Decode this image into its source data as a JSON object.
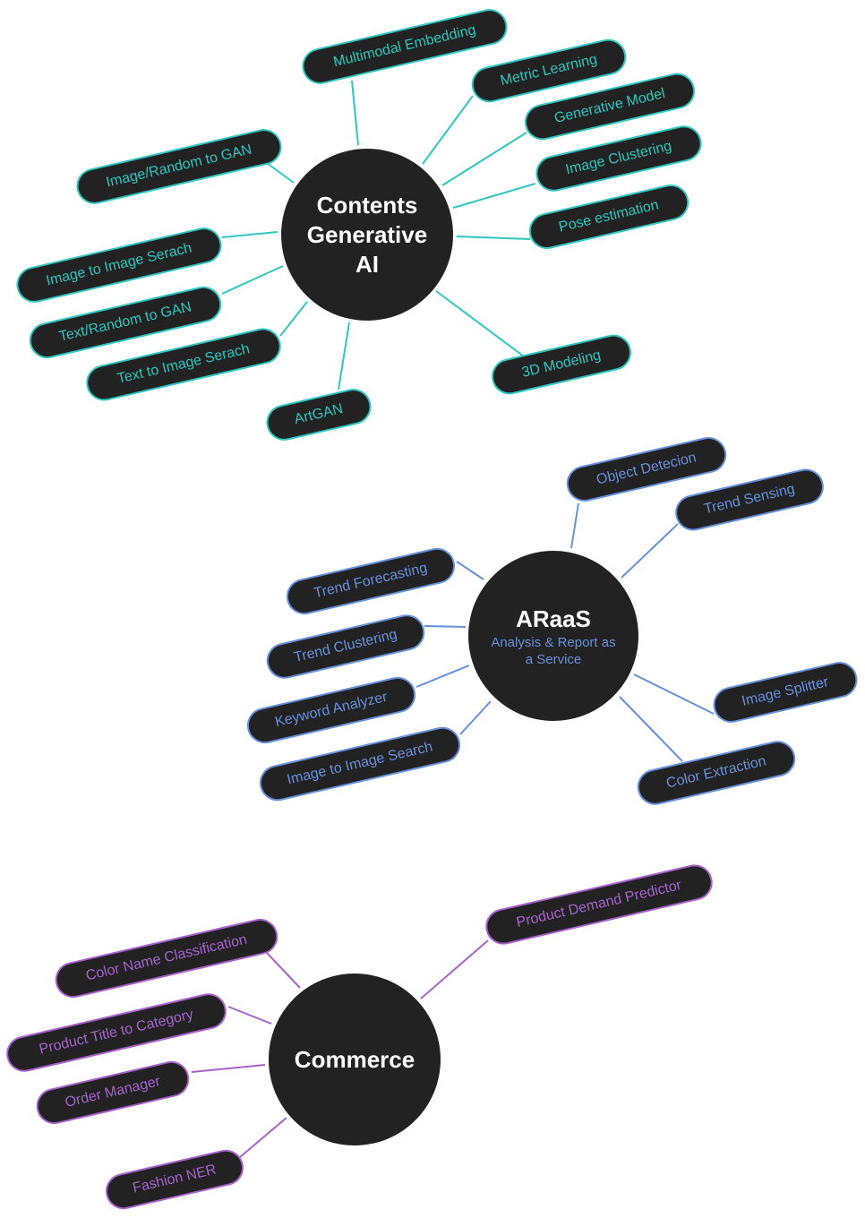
{
  "colors": {
    "teal": "#2ec7c1",
    "blue": "#6690dc",
    "purple": "#a862cf",
    "node": "#222222"
  },
  "contents_ai": {
    "title": "Contents Generative AI",
    "items": [
      "Multimodal Embedding",
      "Metric Learning",
      "Generative Model",
      "Image Clustering",
      "Pose estimation",
      "Image/Random to GAN",
      "Image to Image Serach",
      "Text/Random to GAN",
      "Text to Image Serach",
      "ArtGAN",
      "3D Modeling"
    ]
  },
  "araas": {
    "title": "ARaaS",
    "subtitle": "Analysis & Report as a Service",
    "items": [
      "Object Detecion",
      "Trend Sensing",
      "Trend Forecasting",
      "Trend Clustering",
      "Keyword Analyzer",
      "Image to Image Search",
      "Image Splitter",
      "Color Extraction"
    ]
  },
  "commerce": {
    "title": "Commerce",
    "items": [
      "Product Demand Predictor",
      "Color Name Classification",
      "Product Title to Category",
      "Order Manager",
      "Fashion NER"
    ]
  }
}
